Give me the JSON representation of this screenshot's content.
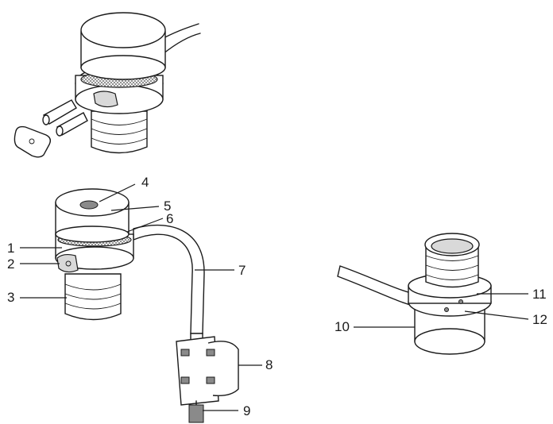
{
  "callouts": [
    {
      "label": "1"
    },
    {
      "label": "2"
    },
    {
      "label": "3"
    },
    {
      "label": "4"
    },
    {
      "label": "5"
    },
    {
      "label": "6"
    },
    {
      "label": "7"
    },
    {
      "label": "8"
    },
    {
      "label": "9"
    },
    {
      "label": "10"
    },
    {
      "label": "11"
    },
    {
      "label": "12"
    }
  ]
}
